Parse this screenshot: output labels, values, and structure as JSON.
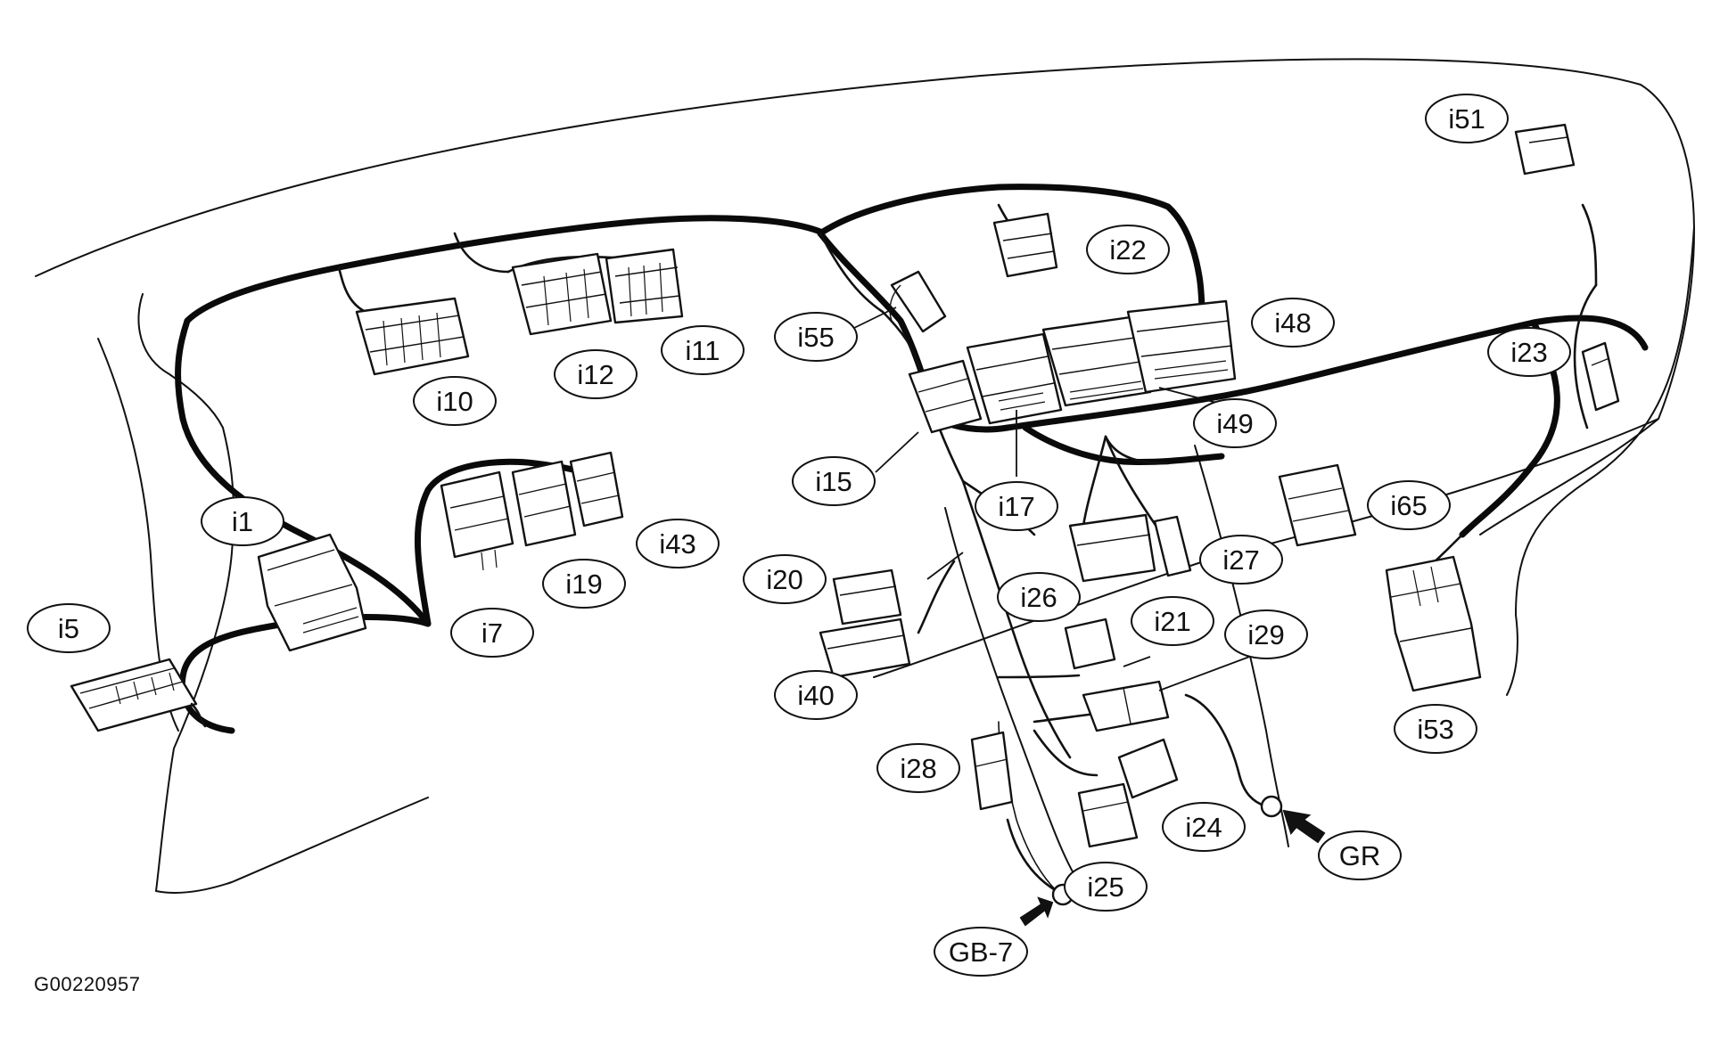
{
  "figure_id": "G00220957",
  "connectors": [
    {
      "id": "i1",
      "label": "i1"
    },
    {
      "id": "i5",
      "label": "i5"
    },
    {
      "id": "i7",
      "label": "i7"
    },
    {
      "id": "i10",
      "label": "i10"
    },
    {
      "id": "i11",
      "label": "i11"
    },
    {
      "id": "i12",
      "label": "i12"
    },
    {
      "id": "i15",
      "label": "i15"
    },
    {
      "id": "i17",
      "label": "i17"
    },
    {
      "id": "i19",
      "label": "i19"
    },
    {
      "id": "i20",
      "label": "i20"
    },
    {
      "id": "i21",
      "label": "i21"
    },
    {
      "id": "i22",
      "label": "i22"
    },
    {
      "id": "i23",
      "label": "i23"
    },
    {
      "id": "i24",
      "label": "i24"
    },
    {
      "id": "i25",
      "label": "i25"
    },
    {
      "id": "i26",
      "label": "i26"
    },
    {
      "id": "i27",
      "label": "i27"
    },
    {
      "id": "i28",
      "label": "i28"
    },
    {
      "id": "i29",
      "label": "i29"
    },
    {
      "id": "i40",
      "label": "i40"
    },
    {
      "id": "i43",
      "label": "i43"
    },
    {
      "id": "i48",
      "label": "i48"
    },
    {
      "id": "i49",
      "label": "i49"
    },
    {
      "id": "i51",
      "label": "i51"
    },
    {
      "id": "i53",
      "label": "i53"
    },
    {
      "id": "i55",
      "label": "i55"
    },
    {
      "id": "i65",
      "label": "i65"
    }
  ],
  "grounds": [
    {
      "id": "GB-7",
      "label": "GB-7"
    },
    {
      "id": "GR",
      "label": "GR"
    }
  ]
}
